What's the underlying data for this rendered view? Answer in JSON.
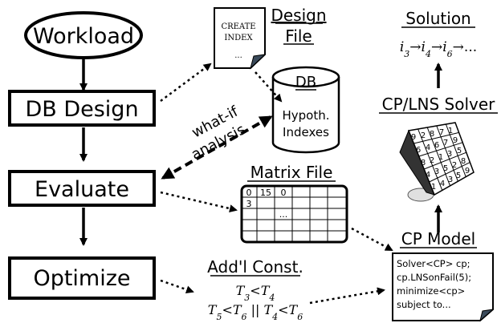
{
  "nodes": {
    "workload": "Workload",
    "db_design": "DB Design",
    "evaluate": "Evaluate",
    "optimize": "Optimize"
  },
  "design_file": {
    "title": "Design",
    "title2": "File",
    "line1": "CREATE",
    "line2": "INDEX",
    "line3": "..."
  },
  "db": {
    "title": "DB",
    "line1": "Hypoth.",
    "line2": "Indexes"
  },
  "whatif": {
    "line1": "what-if",
    "line2": "analysis"
  },
  "matrix": {
    "title": "Matrix File",
    "cells": [
      "0",
      "15",
      "0",
      "3",
      "..."
    ]
  },
  "addl": {
    "title": "Add'l Const.",
    "c1": {
      "a": "T",
      "a_sub": "3",
      "op": "<",
      "b": "T",
      "b_sub": "4"
    },
    "c2": {
      "a": "T",
      "a_sub": "5",
      "op": "<",
      "b": "T",
      "b_sub": "6",
      "mid": " || ",
      "c": "T",
      "c_sub": "4",
      "op2": "<",
      "d": "T",
      "d_sub": "6"
    }
  },
  "solution": {
    "title": "Solution",
    "seq": [
      {
        "v": "i",
        "sub": "3"
      },
      {
        "v": "i",
        "sub": "4"
      },
      {
        "v": "i",
        "sub": "6"
      }
    ],
    "arrow": "→",
    "tail": "..."
  },
  "solver": {
    "title": "CP/LNS Solver",
    "cube_front": [
      "9",
      "2",
      "8",
      "7",
      "1",
      "6",
      "4",
      "6",
      "7",
      "9",
      "8",
      "2",
      "1",
      "3",
      "5",
      "4",
      "3",
      "5",
      "2",
      "8",
      "1",
      "4",
      "3",
      "5",
      "9"
    ]
  },
  "cp_model": {
    "title": "CP Model",
    "lines": [
      "Solver<CP> cp;",
      "cp.LNSonFail(5);",
      "minimize<cp>",
      "subject to..."
    ]
  }
}
